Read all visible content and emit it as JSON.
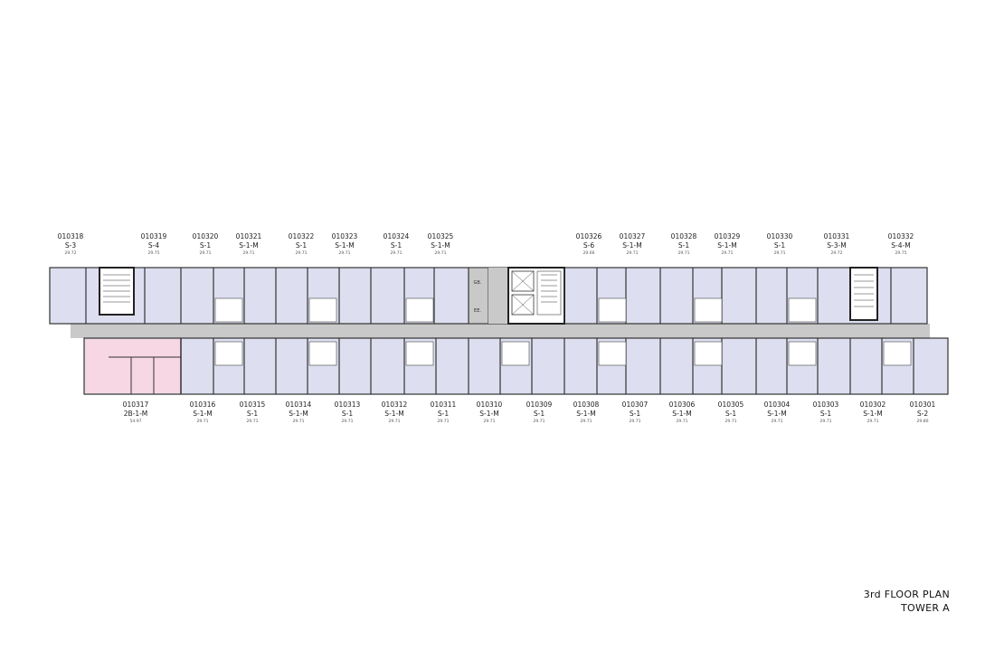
{
  "colors": {
    "unit_fill": "#dddff0",
    "corridor_fill": "#c9c9c9",
    "highlight_unit_fill": "#f6d7e3",
    "wall": "#333333",
    "page_bg": "#ffffff"
  },
  "title": {
    "line1": "3rd FLOOR PLAN",
    "line2": "TOWER A"
  },
  "top_units": [
    {
      "num": "010318",
      "type": "S-3",
      "area": "29.72"
    },
    {
      "num": "010319",
      "type": "S-4",
      "area": "29.75"
    },
    {
      "num": "010320",
      "type": "S-1",
      "area": "29.71"
    },
    {
      "num": "010321",
      "type": "S-1-M",
      "area": "29.71"
    },
    {
      "num": "010322",
      "type": "S-1",
      "area": "29.71"
    },
    {
      "num": "010323",
      "type": "S-1-M",
      "area": "29.71"
    },
    {
      "num": "010324",
      "type": "S-1",
      "area": "29.71"
    },
    {
      "num": "010325",
      "type": "S-1-M",
      "area": "29.71"
    },
    {
      "num": "010326",
      "type": "S-6",
      "area": "29.66"
    },
    {
      "num": "010327",
      "type": "S-1-M",
      "area": "29.71"
    },
    {
      "num": "010328",
      "type": "S-1",
      "area": "29.71"
    },
    {
      "num": "010329",
      "type": "S-1-M",
      "area": "29.71"
    },
    {
      "num": "010330",
      "type": "S-1",
      "area": "29.71"
    },
    {
      "num": "010331",
      "type": "S-3-M",
      "area": "29.72"
    },
    {
      "num": "010332",
      "type": "S-4-M",
      "area": "29.75"
    }
  ],
  "bottom_units": [
    {
      "num": "010317",
      "type": "2B-1-M",
      "area": "54.97"
    },
    {
      "num": "010316",
      "type": "S-1-M",
      "area": "29.71"
    },
    {
      "num": "010315",
      "type": "S-1",
      "area": "29.71"
    },
    {
      "num": "010314",
      "type": "S-1-M",
      "area": "29.71"
    },
    {
      "num": "010313",
      "type": "S-1",
      "area": "29.71"
    },
    {
      "num": "010312",
      "type": "S-1-M",
      "area": "29.71"
    },
    {
      "num": "010311",
      "type": "S-1",
      "area": "29.71"
    },
    {
      "num": "010310",
      "type": "S-1-M",
      "area": "29.71"
    },
    {
      "num": "010309",
      "type": "S-1",
      "area": "29.71"
    },
    {
      "num": "010308",
      "type": "S-1-M",
      "area": "29.71"
    },
    {
      "num": "010307",
      "type": "S-1",
      "area": "29.71"
    },
    {
      "num": "010306",
      "type": "S-1-M",
      "area": "29.71"
    },
    {
      "num": "010305",
      "type": "S-1",
      "area": "29.71"
    },
    {
      "num": "010304",
      "type": "S-1-M",
      "area": "29.71"
    },
    {
      "num": "010303",
      "type": "S-1",
      "area": "29.71"
    },
    {
      "num": "010302",
      "type": "S-1-M",
      "area": "29.71"
    },
    {
      "num": "010301",
      "type": "S-2",
      "area": "29.80"
    }
  ],
  "core_labels": {
    "gb": "GB.",
    "ee": "EE."
  }
}
